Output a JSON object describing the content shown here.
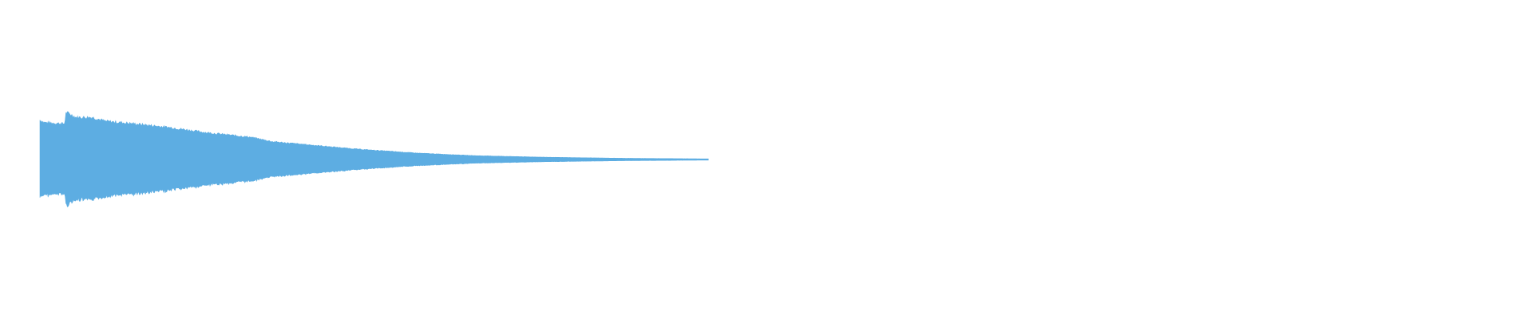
{
  "waveform": {
    "color": "#5dade2",
    "background": "#ffffff",
    "duration_fraction_with_signal": 0.46,
    "envelope": [
      {
        "t": 0.0,
        "a": 0.62
      },
      {
        "t": 0.003,
        "a": 0.58
      },
      {
        "t": 0.017,
        "a": 0.56
      },
      {
        "t": 0.018,
        "a": 0.74
      },
      {
        "t": 0.025,
        "a": 0.66
      },
      {
        "t": 0.036,
        "a": 0.66
      },
      {
        "t": 0.045,
        "a": 0.6
      },
      {
        "t": 0.065,
        "a": 0.56
      },
      {
        "t": 0.09,
        "a": 0.5
      },
      {
        "t": 0.115,
        "a": 0.42
      },
      {
        "t": 0.145,
        "a": 0.35
      },
      {
        "t": 0.16,
        "a": 0.28
      },
      {
        "t": 0.185,
        "a": 0.23
      },
      {
        "t": 0.22,
        "a": 0.16
      },
      {
        "t": 0.26,
        "a": 0.1
      },
      {
        "t": 0.3,
        "a": 0.06
      },
      {
        "t": 0.35,
        "a": 0.035
      },
      {
        "t": 0.4,
        "a": 0.02
      },
      {
        "t": 0.46,
        "a": 0.01
      }
    ]
  }
}
